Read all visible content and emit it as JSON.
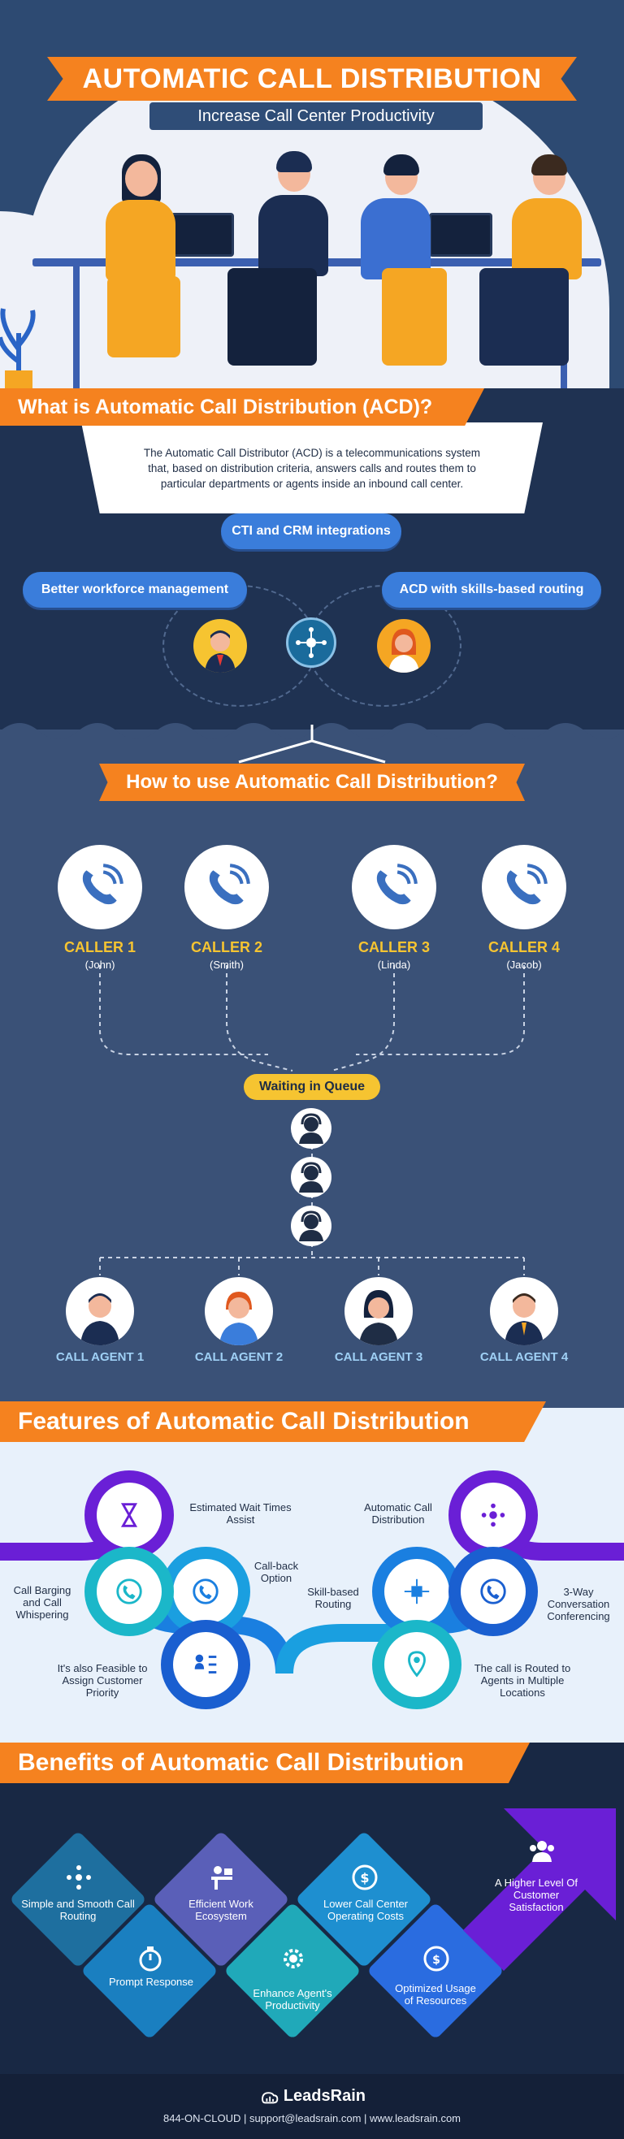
{
  "hero": {
    "title": "AUTOMATIC CALL DISTRIBUTION",
    "subtitle": "Increase Call Center Productivity"
  },
  "acd": {
    "heading": "What is Automatic Call Distribution (ACD)?",
    "description": "The Automatic Call Distributor (ACD) is a telecommunications system that, based on distribution criteria, answers calls and routes them to particular departments or agents inside an inbound call center.",
    "pill_center": "CTI and CRM integrations",
    "pill_left": "Better workforce management",
    "pill_right": "ACD with skills-based routing"
  },
  "how": {
    "heading": "How to use Automatic Call Distribution?",
    "callers": [
      {
        "name": "CALLER 1",
        "sub": "(John)"
      },
      {
        "name": "CALLER 2",
        "sub": "(Smith)"
      },
      {
        "name": "CALLER 3",
        "sub": "(Linda)"
      },
      {
        "name": "CALLER 4",
        "sub": "(Jacob)"
      }
    ],
    "queue_label": "Waiting in Queue",
    "agents": [
      "CALL AGENT 1",
      "CALL AGENT 2",
      "CALL AGENT 3",
      "CALL AGENT 4"
    ]
  },
  "features": {
    "heading": "Features of Automatic Call Distribution",
    "items": [
      "Estimated Wait Times Assist",
      "Call-back Option",
      "Call Barging and Call Whispering",
      "It's also Feasible to Assign Customer Priority",
      "Automatic Call Distribution",
      "Skill-based Routing",
      "3-Way Conversation Conferencing",
      "The call is Routed to Agents in Multiple Locations"
    ]
  },
  "benefits": {
    "heading": "Benefits of Automatic Call Distribution",
    "items": [
      "Simple and Smooth Call Routing",
      "Prompt Response",
      "Efficient Work Ecosystem",
      "Enhance Agent's Productivity",
      "Lower Call Center Operating Costs",
      "Optimized Usage of Resources",
      "A Higher Level Of Customer Satisfaction"
    ]
  },
  "footer": {
    "brand": "LeadsRain",
    "contact": "844-ON-CLOUD  |  support@leadsrain.com  |  www.leadsrain.com"
  },
  "colors": {
    "orange": "#f5821f",
    "navy": "#1f3252",
    "blue": "#3a7ddb",
    "yellow": "#f6c431",
    "purple": "#6a1fd6",
    "teal": "#1bb7c9"
  }
}
